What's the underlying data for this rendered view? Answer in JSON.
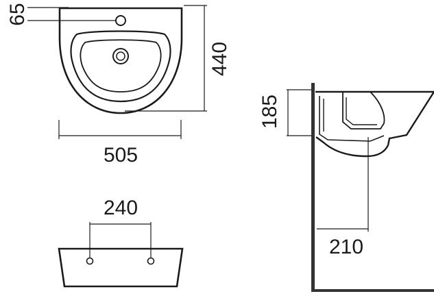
{
  "dimensions": {
    "tap_hole_offset": "65",
    "basin_depth": "440",
    "basin_width": "505",
    "bracket_spacing": "240",
    "basin_height": "185",
    "waste_projection": "210"
  },
  "colors": {
    "line": "#1a1a1a",
    "wall": "#333333",
    "background": "#ffffff"
  }
}
